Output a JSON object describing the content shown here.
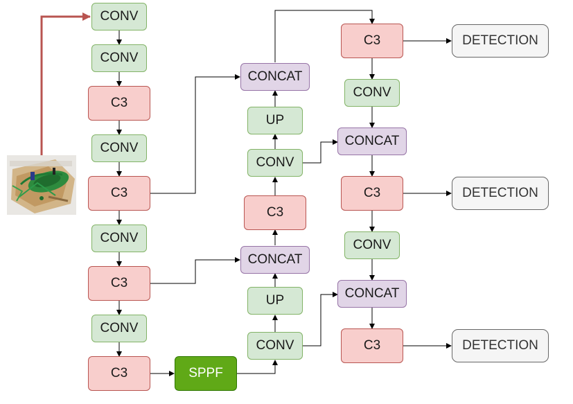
{
  "labels": {
    "conv": "CONV",
    "c3": "C3",
    "concat": "CONCAT",
    "up": "UP",
    "sppf": "SPPF",
    "detection": "DETECTION"
  },
  "colors": {
    "conv_fill": "#d5e8d4",
    "conv_border": "#82b366",
    "c3_fill": "#f8cecc",
    "c3_border": "#b85450",
    "concat_fill": "#e1d5e7",
    "concat_border": "#9673a6",
    "sppf_fill": "#60a917",
    "detection_fill": "#f5f5f5",
    "input_arrow": "#b85450"
  }
}
